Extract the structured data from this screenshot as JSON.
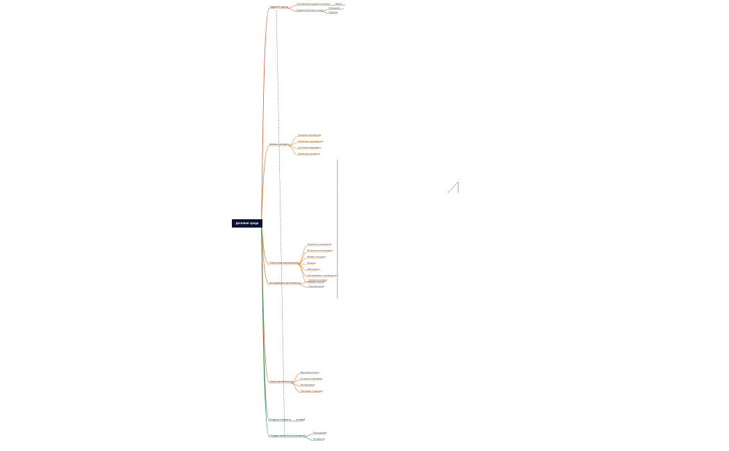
{
  "root": {
    "label": "Деловая среда"
  },
  "branches": [
    {
      "label": "Трудовой подход",
      "leaves": [
        {
          "label": "Собственный трудовой потенциал",
          "sub": [
            {
              "label": "Навыки ___"
            }
          ]
        },
        {
          "label": "Привлечение чужого труда",
          "sub": [
            {
              "label": "Менеджмент ___"
            },
            {
              "label": "Рекрутинг"
            }
          ]
        }
      ]
    },
    {
      "label": "Технологии использования",
      "leaves": [
        {
          "label": "Первичное производство"
        },
        {
          "label": "Вторичное использование"
        },
        {
          "label": "Формы и процессы"
        },
        {
          "label": "Финансы"
        },
        {
          "label": "Инструменты"
        },
        {
          "label": "Исследования и производство"
        },
        {
          "label": "Аренда и покупка"
        }
      ]
    },
    {
      "label": "Активы и ресурсы",
      "leaves": [
        {
          "label": "Средства производства"
        },
        {
          "label": "Механизмы производства"
        },
        {
          "label": "Источники информации"
        },
        {
          "label": "Финансовые вложения"
        }
      ]
    },
    {
      "label": "Исследования деятельности",
      "leaves": [
        {
          "label": "Анализ источников"
        },
        {
          "label": "Изучение рынка"
        }
      ]
    },
    {
      "label": "Сфера деятельности",
      "leaves": [
        {
          "label": "Виды деятельности"
        },
        {
          "label": "Кто может участвовать"
        },
        {
          "label": "Регулирование"
        },
        {
          "label": "Программы поддержки"
        }
      ]
    },
    {
      "label": "Ресурсы стоимости ___ условий"
    },
    {
      "label": "Государственный регулирование",
      "leaves": [
        {
          "label": "Ряд подходов"
        },
        {
          "label": "Регламенты"
        }
      ]
    }
  ]
}
